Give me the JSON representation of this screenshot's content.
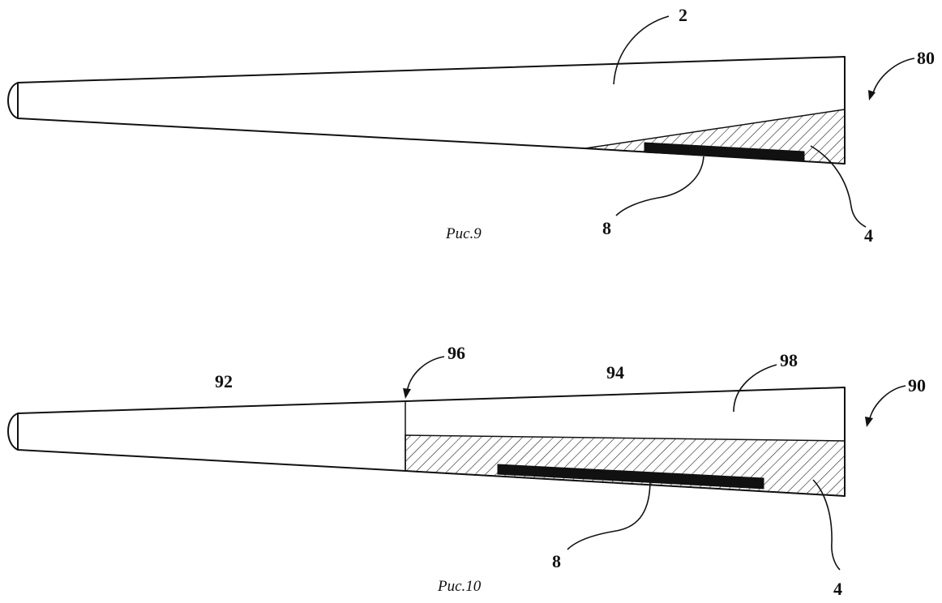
{
  "figures": [
    {
      "caption": "Рис.9",
      "labels": {
        "blade": "2",
        "assembly": "80",
        "spar": "8",
        "insert": "4"
      }
    },
    {
      "caption": "Рис.10",
      "labels": {
        "root_section": "92",
        "tip_section": "94",
        "joint": "96",
        "cavity": "98",
        "assembly": "90",
        "spar": "8",
        "insert": "4"
      }
    }
  ]
}
